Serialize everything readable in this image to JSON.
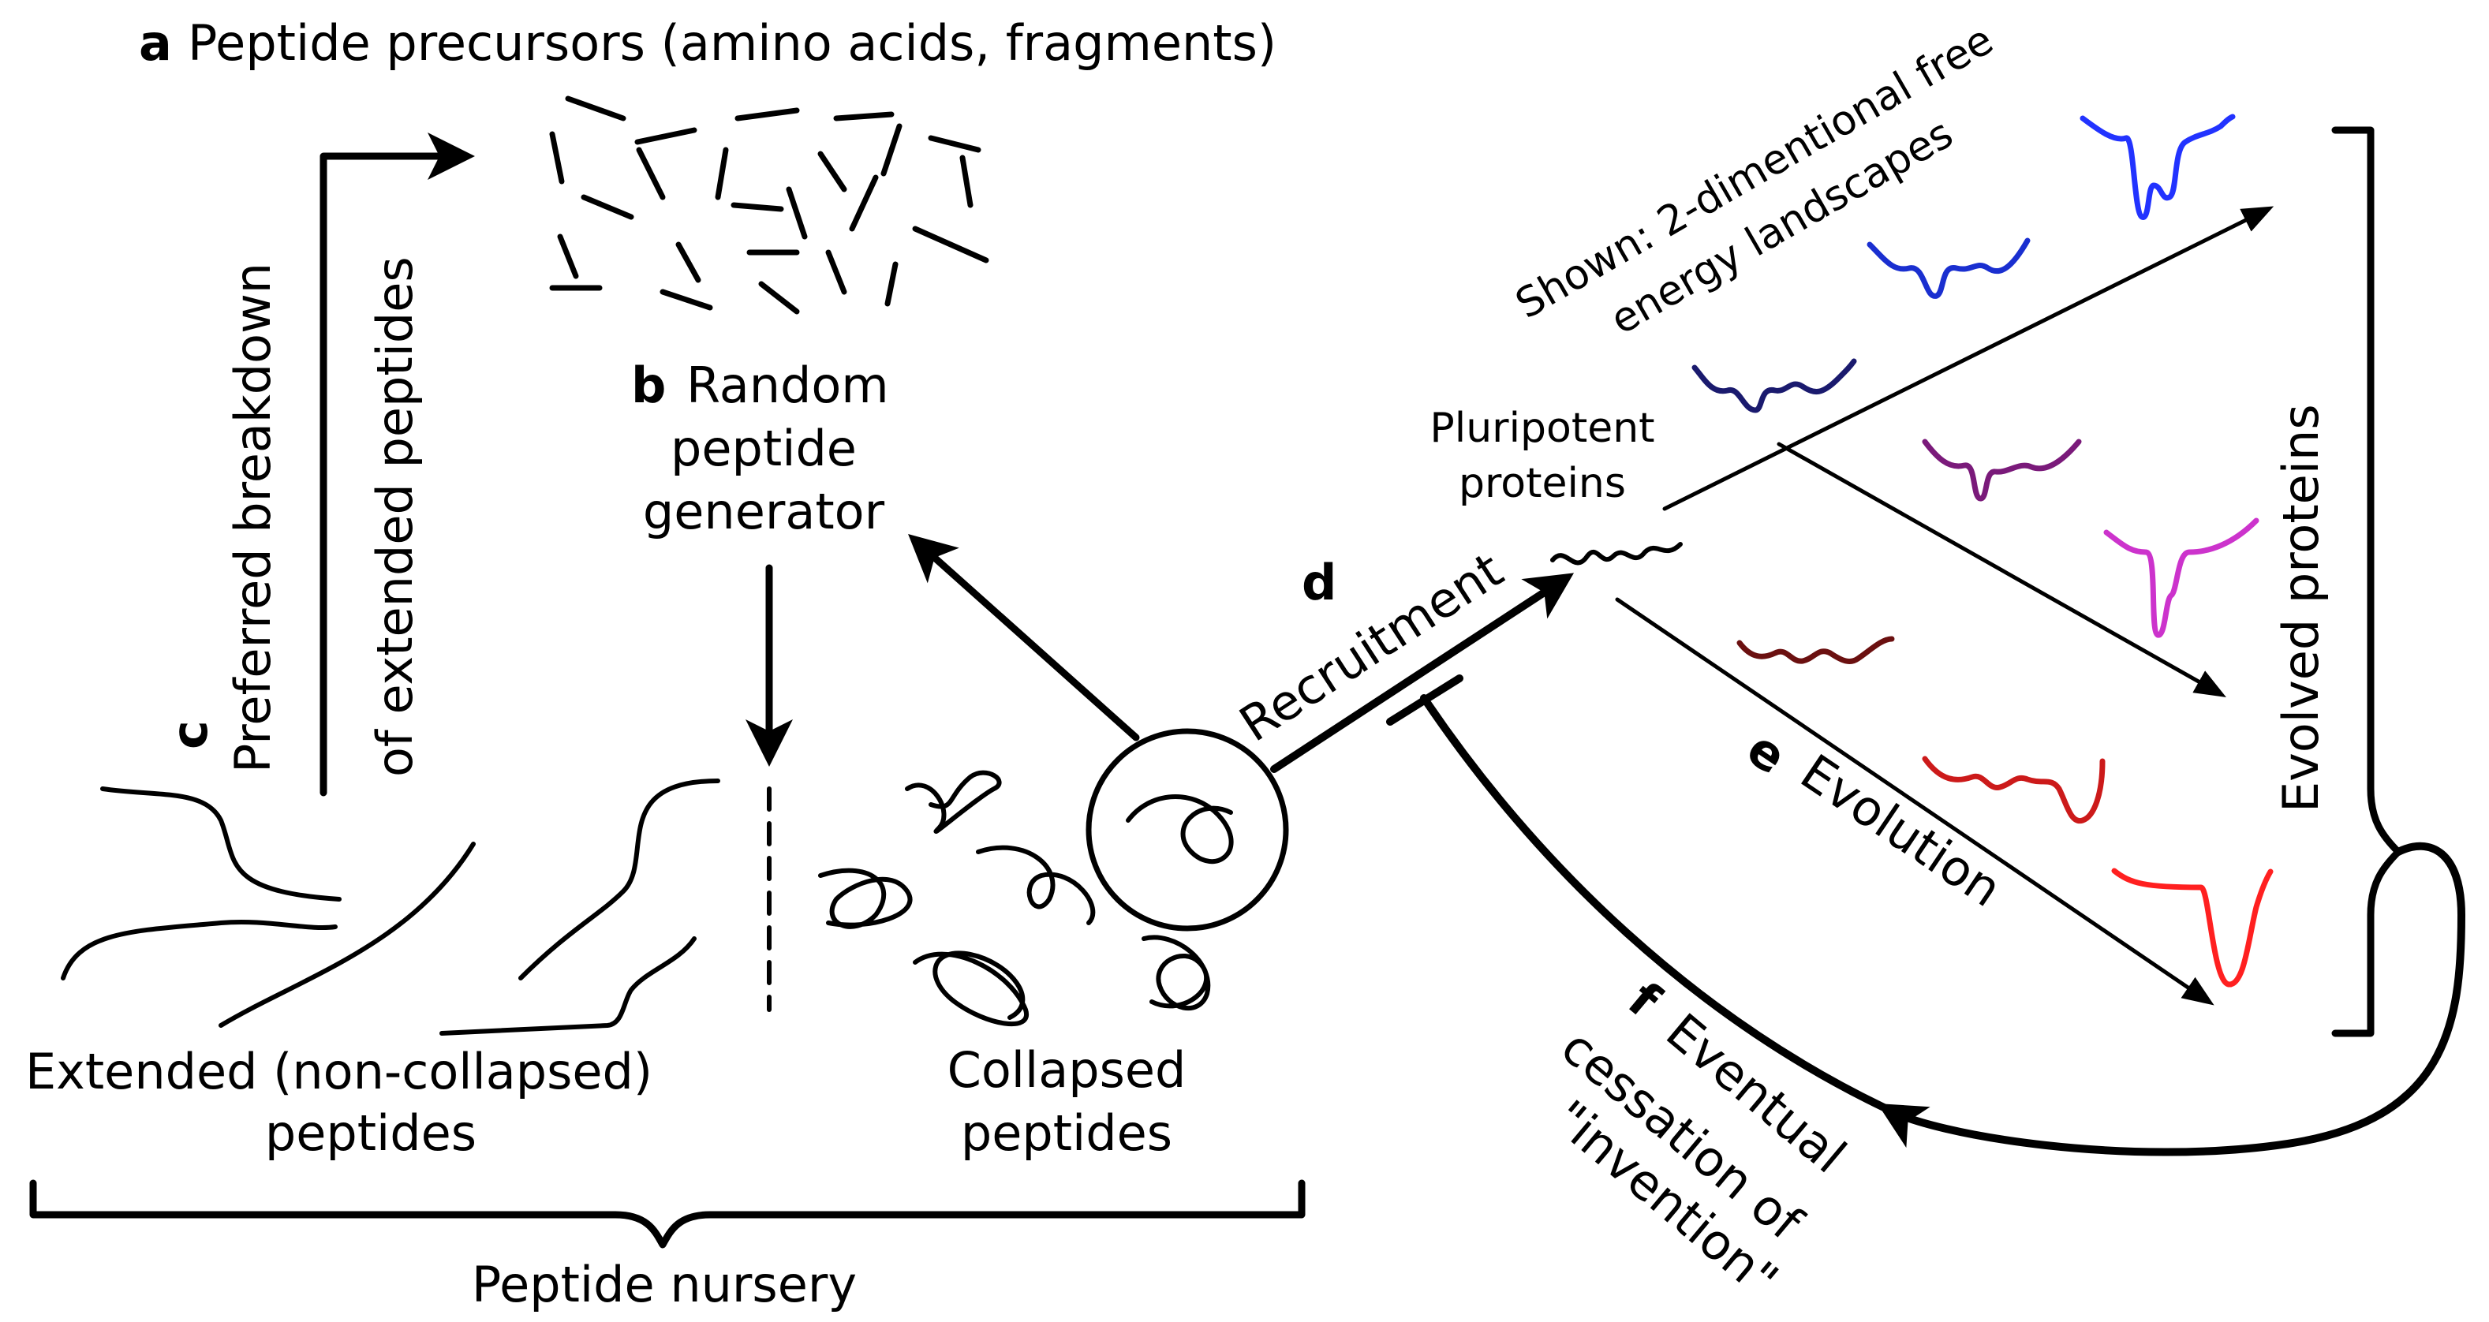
{
  "labels": {
    "a_letter": "a",
    "a_text": "Peptide precursors (amino acids, fragments)",
    "b_letter": "b",
    "b_line1": "Random",
    "b_line2": "peptide",
    "b_line3": "generator",
    "c_letter": "c",
    "c_line1": "Preferred breakdown",
    "c_line2": "of extended peptides",
    "d_letter": "d",
    "d_text": "Recruitment",
    "e_letter": "e",
    "e_text": "Evolution",
    "f_letter": "f",
    "f_line1": "Eventual",
    "f_line2": "cessation of",
    "f_line3": "\"invention\"",
    "extended_line1": "Extended (non-collapsed)",
    "extended_line2": "peptides",
    "collapsed_line1": "Collapsed",
    "collapsed_line2": "peptides",
    "nursery": "Peptide nursery",
    "pluripotent_line1": "Pluripotent",
    "pluripotent_line2": "proteins",
    "shown_line1": "Shown: 2-dimentional free",
    "shown_line2": "energy landscapes",
    "evolved": "Evolved proteins"
  },
  "landscape_colors": {
    "navy": "#1a1a6e",
    "blue_mid": "#1a2fd0",
    "blue_top": "#2233ff",
    "purple_dark": "#7a1a7a",
    "magenta": "#cc33cc",
    "maroon": "#6b1010",
    "red_mid": "#cc1a1a",
    "red_bright": "#ff2020"
  }
}
